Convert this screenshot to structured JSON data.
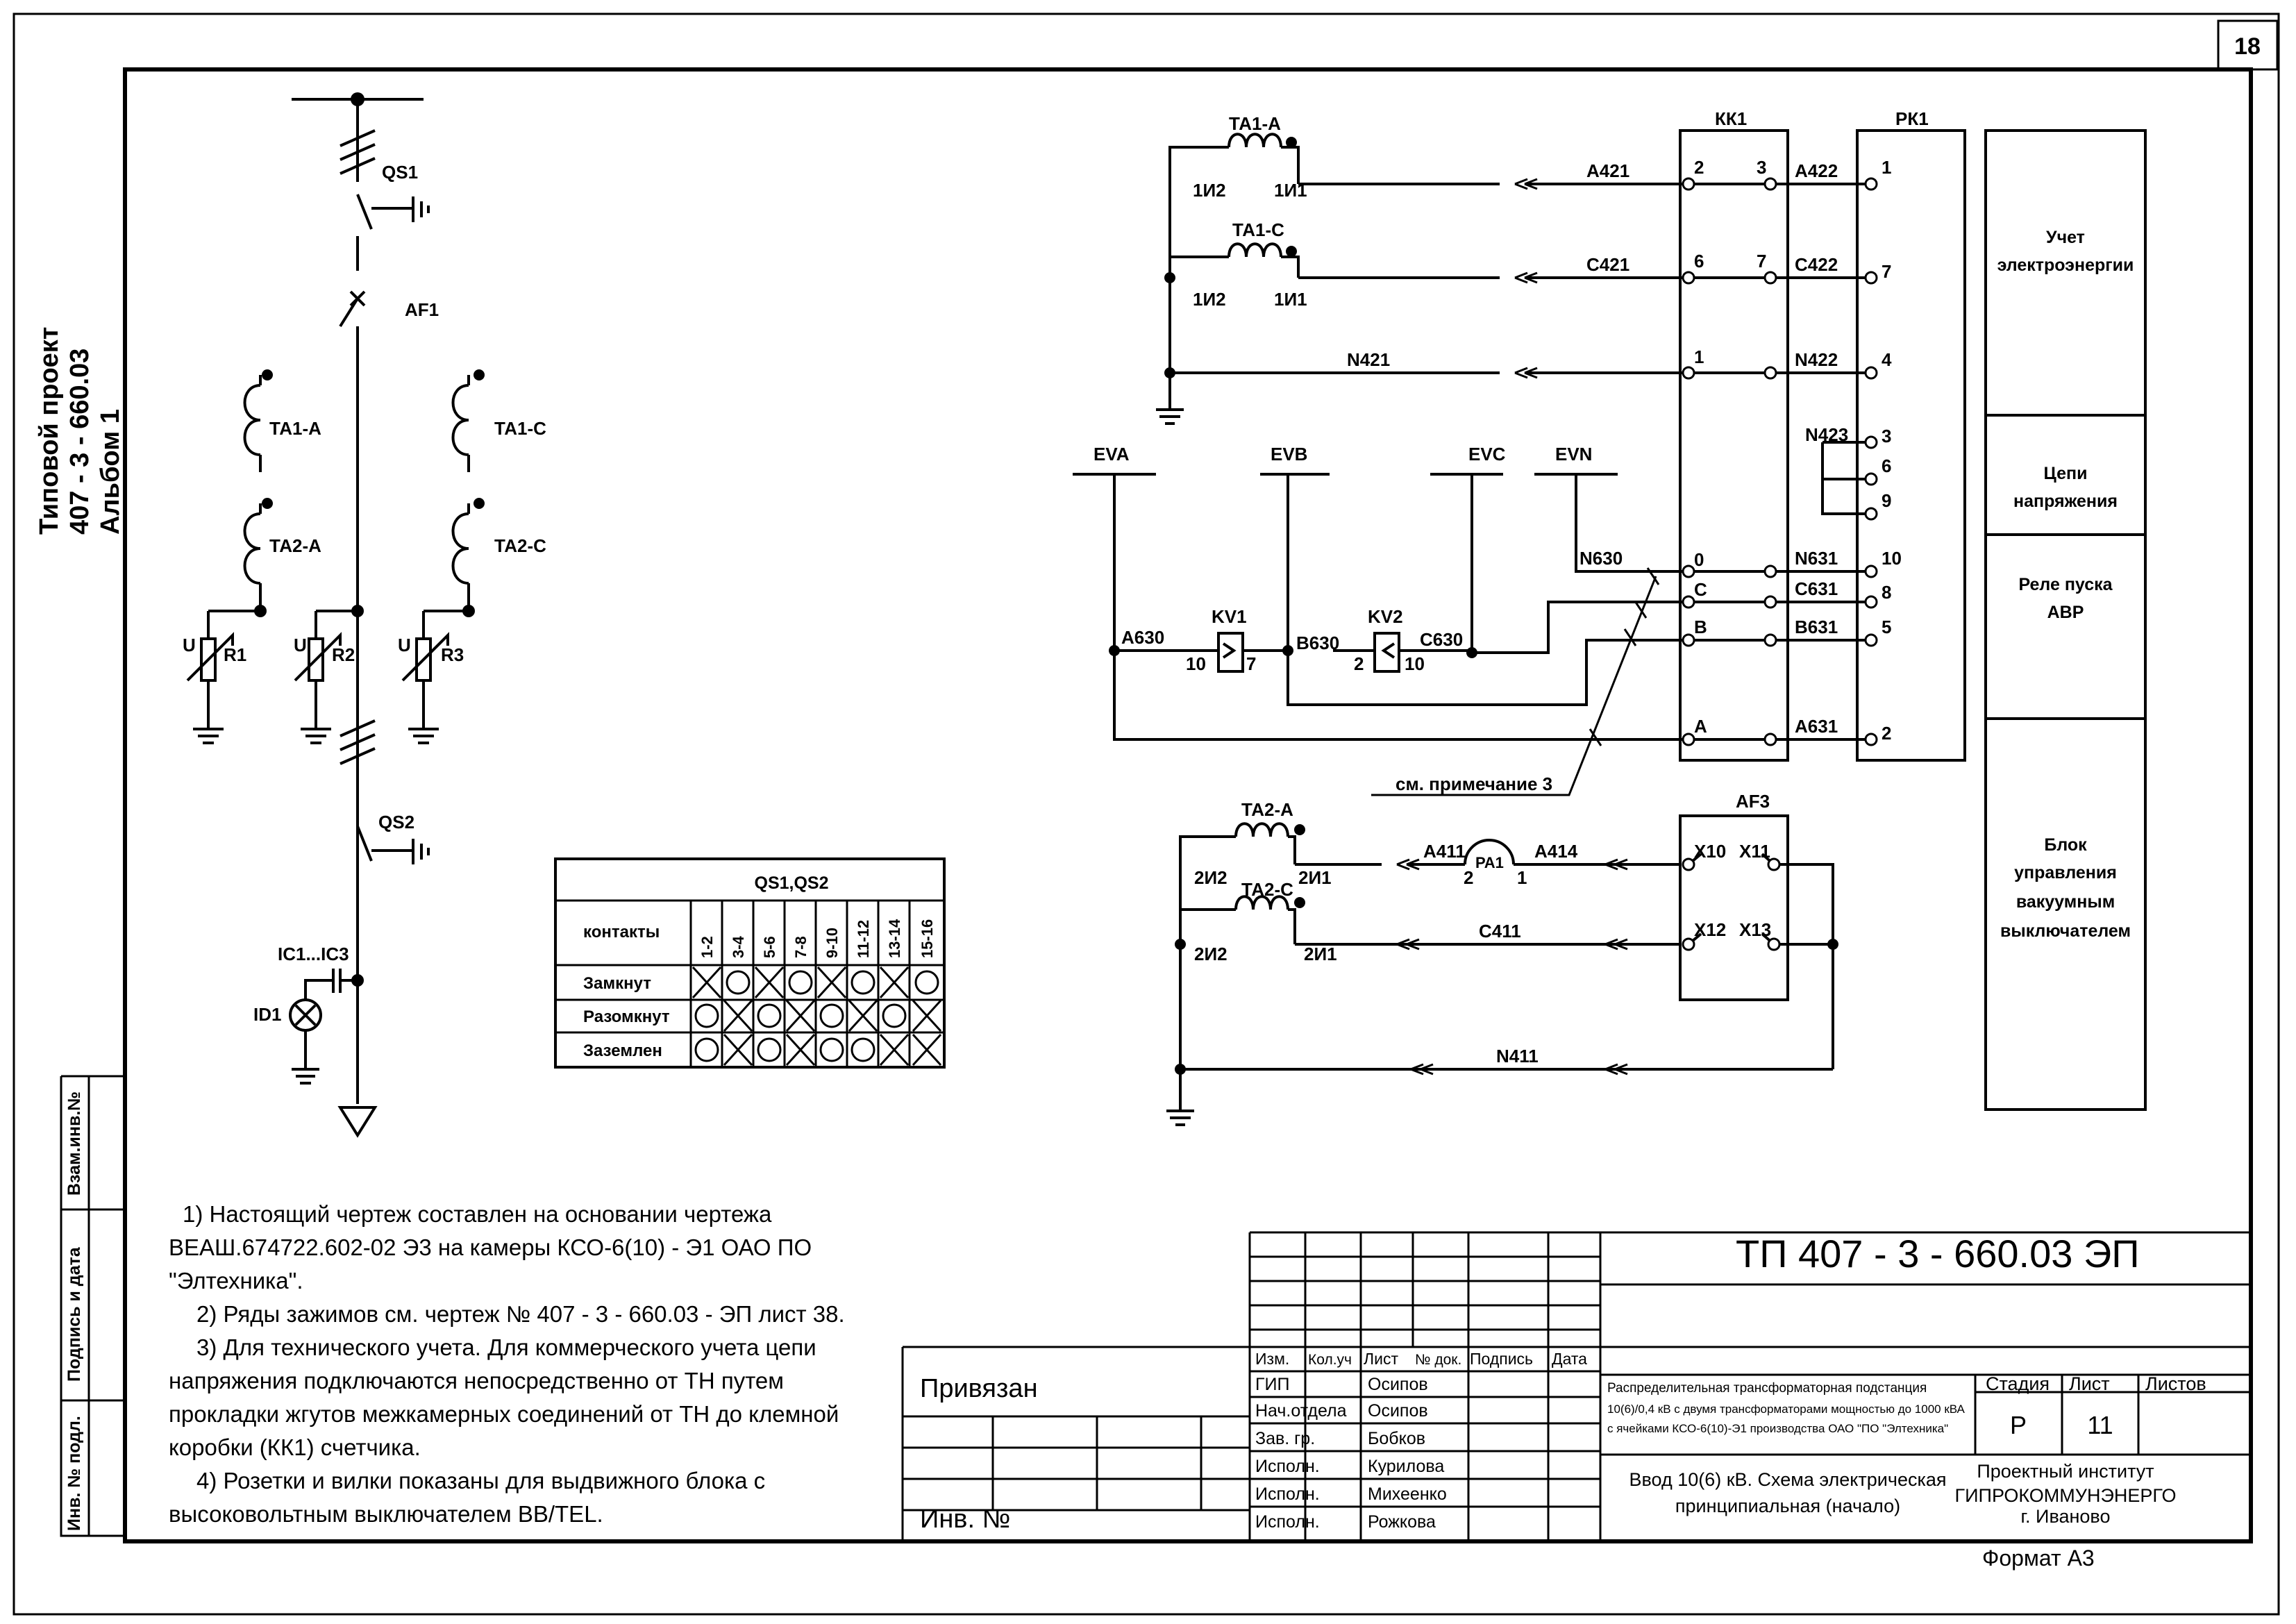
{
  "sheet_number": "18",
  "side_title": {
    "line1": "Типовой проект",
    "line2": "407 - 3 - 660.03",
    "line3": "Альбом   1"
  },
  "side_stamp": {
    "inv_podl": "Инв. №  подл.",
    "podpis": "Подпись и дата",
    "vzam": "Взам.инв.№"
  },
  "power": {
    "qs1": "QS1",
    "af1": "AF1",
    "qs2": "QS2",
    "ta1a": "ТА1-А",
    "ta2a": "ТА2-А",
    "ta1c": "ТА1-С",
    "ta2c": "ТА2-С",
    "u": "U",
    "r1": "R1",
    "r2": "R2",
    "r3": "R3",
    "ic": "IC1...IC3",
    "id1": "ID1"
  },
  "metering": {
    "ta1a": "ТА1-А",
    "ta1c": "ТА1-С",
    "i2": "1И2",
    "i1": "1И1",
    "a421": "А421",
    "c421": "С421",
    "n421": "N421",
    "kk1": "КК1",
    "pk1": "РК1",
    "a422": "А422",
    "c422": "С422",
    "n422": "N422",
    "n423": "N423",
    "n630": "N630",
    "n631": "N631",
    "c631": "С631",
    "b631": "В631",
    "a631": "А631",
    "eva": "EVA",
    "evb": "EVB",
    "evc": "EVC",
    "evn": "EVN",
    "a630": "А630",
    "b630": "В630",
    "c630": "С630",
    "kv1": "KV1",
    "kv2": "KV2",
    "kk_left": [
      "2",
      "6",
      "1",
      "0",
      "С",
      "В",
      "А"
    ],
    "kk_right": [
      "3",
      "7"
    ],
    "pk_terms": [
      "1",
      "7",
      "4",
      "3",
      "6",
      "9",
      "10",
      "8",
      "5",
      "2"
    ],
    "kv1_pins": [
      "10",
      "7"
    ],
    "kv2_pins": [
      "2",
      "10"
    ],
    "note3": "см. примечание  3"
  },
  "protection": {
    "ta2a": "ТА2-А",
    "ta2c": "ТА2-С",
    "i2": "2И2",
    "i1": "2И1",
    "a411": "А411",
    "a414": "А414",
    "c411": "С411",
    "n411": "N411",
    "pa1": "РА1",
    "pa1_pins": [
      "2",
      "1"
    ],
    "af3": "AF3",
    "x10": "Х10",
    "x11": "Х11",
    "x12": "Х12",
    "x13": "Х13"
  },
  "side_boxes": [
    "Учет электроэнергии",
    "Цепи напряжения",
    "Реле пуска АВР",
    "Блок управления вакуумным выключателем"
  ],
  "switch_table": {
    "title": "QS1,QS2",
    "header": "контакты",
    "contacts": [
      "1-2",
      "3-4",
      "5-6",
      "7-8",
      "9-10",
      "11-12",
      "13-14",
      "15-16"
    ],
    "rows": [
      {
        "label": "Замкнут",
        "states": [
          "X",
          "O",
          "X",
          "O",
          "X",
          "O",
          "X",
          "O"
        ]
      },
      {
        "label": "Разомкнут",
        "states": [
          "O",
          "X",
          "O",
          "X",
          "O",
          "X",
          "O",
          "X"
        ]
      },
      {
        "label": "Заземлен",
        "states": [
          "O",
          "X",
          "O",
          "X",
          "O",
          "O",
          "X",
          "X"
        ]
      }
    ]
  },
  "notes": [
    "1)  Настоящий чертеж составлен на основании чертежа ВЕАШ.674722.602-02  Э3 на камеры КСО-6(10) - Э1  ОАО  ПО \"Элтехника\".",
    "2)  Ряды зажимов см. чертеж № 407 - 3 - 660.03 - ЭП лист 38.",
    "3)  Для технического учета. Для коммерческого учета цепи напряжения подключаются непосредственно от ТН путем прокладки жгутов межкамерных соединений  от ТН до клемной коробки (КК1) счетчика.",
    "4) Розетки и вилки показаны для выдвижного блока с высоковольтным выключателем ВВ/TEL."
  ],
  "title_block": {
    "code": "ТП  407 - 3 - 660.03   ЭП",
    "privyazan": "Привязан",
    "inv": "Инв. №",
    "cols": [
      "Изм.",
      "Кол.уч",
      "Лист",
      "№ док.",
      "Подпись",
      "Дата"
    ],
    "people": [
      {
        "role": "ГИП",
        "name": "Осипов"
      },
      {
        "role": "Нач.отдела",
        "name": "Осипов"
      },
      {
        "role": "Зав. гр.",
        "name": "Бобков"
      },
      {
        "role": "Исполн.",
        "name": "Курилова"
      },
      {
        "role": "Исполн.",
        "name": "Михеенко"
      },
      {
        "role": "Исполн.",
        "name": "Рожкова"
      }
    ],
    "object_line1": "Распределительная трансформаторная подстанция",
    "object_line2": "10(6)/0,4 кВ с двумя трансформаторами мощностью  до 1000 кВА",
    "object_line3": "с ячейками КСО-6(10)-Э1 производства ОАО \"ПО \"Элтехника\"",
    "sheet_title_line1": "Ввод 10(6) кВ. Схема электрическая",
    "sheet_title_line2": "принципиальная (начало)",
    "stage_label": "Стадия",
    "list_label": "Лист",
    "lists_label": "Листов",
    "stage": "Р",
    "list": "11",
    "org_line1": "Проектный институт",
    "org_line2": "ГИПРОКОММУНЭНЕРГО",
    "org_line3": "г. Иваново",
    "format": "Формат А3"
  }
}
